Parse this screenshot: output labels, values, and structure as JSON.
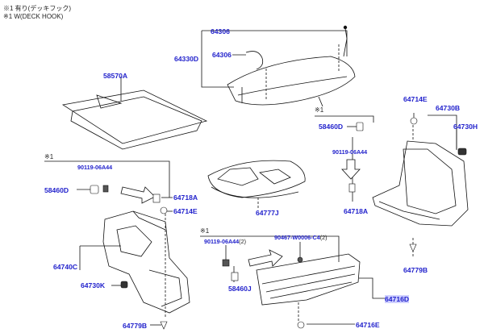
{
  "notes": {
    "line1": "※1 有り(デッキフック)",
    "line2": "※1 W(DECK HOOK)"
  },
  "marks": {
    "star1": "※1"
  },
  "parts": {
    "p64306a": "64306",
    "p64306b": "64306",
    "p64330D": "64330D",
    "p58570A": "58570A",
    "p64714E_r": "64714E",
    "p64730B": "64730B",
    "p64730H": "64730H",
    "p58460D_r": "58460D",
    "p90119_r": "90119-06A44",
    "p64718A_r": "64718A",
    "p64779B_r": "64779B",
    "p90119_l": "90119-06A44",
    "p58460D_l": "58460D",
    "p64718A_l": "64718A",
    "p64714E_l": "64714E",
    "p64777J": "64777J",
    "p64740C": "64740C",
    "p64730K": "64730K",
    "p64779B_l": "64779B",
    "p90119_m": "90119-06A44",
    "p90119_m_qty": "(2)",
    "p90467": "90467-W0006-C4",
    "p90467_qty": "(2)",
    "p58460J": "58460J",
    "p64716D": "64716D",
    "p64716E": "64716E"
  }
}
